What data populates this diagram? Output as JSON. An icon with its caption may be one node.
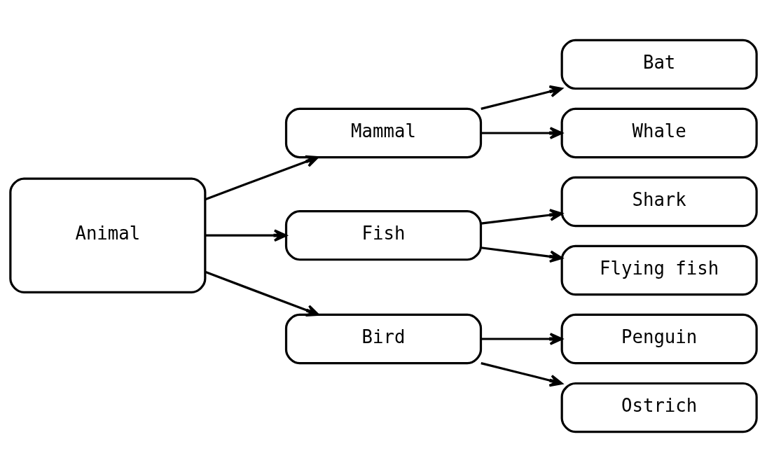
{
  "diagram": {
    "nodes": [
      {
        "text": [
          "Animal"
        ]
      },
      {
        "text": [
          "Mammal"
        ]
      },
      {
        "text": [
          "Bat"
        ]
      },
      {
        "text": [
          "Whale"
        ]
      },
      {
        "text": [
          "Fish"
        ]
      },
      {
        "text": [
          "Shark"
        ]
      },
      {
        "text": [
          "Flying fish"
        ]
      },
      {
        "text": [
          "Bird"
        ]
      },
      {
        "text": [
          "Penguin"
        ]
      },
      {
        "text": [
          "Ostrich"
        ]
      }
    ],
    "edges": [
      {
        "from": 0,
        "to": 1,
        "arrow": "to"
      },
      {
        "from": 0,
        "to": 4,
        "arrow": "to"
      },
      {
        "from": 0,
        "to": 7,
        "arrow": "to"
      },
      {
        "from": 1,
        "to": 2,
        "arrow": "to"
      },
      {
        "from": 1,
        "to": 3,
        "arrow": "to"
      },
      {
        "from": 4,
        "to": 5,
        "arrow": "to"
      },
      {
        "from": 4,
        "to": 6,
        "arrow": "to"
      },
      {
        "from": 7,
        "to": 8,
        "arrow": "to"
      },
      {
        "from": 7,
        "to": 9,
        "arrow": "to"
      }
    ]
  }
}
